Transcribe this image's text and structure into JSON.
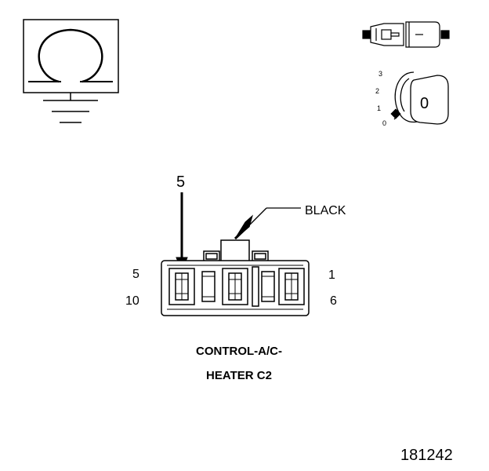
{
  "connector": {
    "color_label": "BLACK",
    "pin_callout": "5",
    "pin_top_left": "5",
    "pin_top_right": "1",
    "pin_bottom_left": "10",
    "pin_bottom_right": "6",
    "title_line1": "CONTROL-A/C-",
    "title_line2": "HEATER C2"
  },
  "ignition_key": {
    "positions": [
      "3",
      "2",
      "1",
      "0"
    ],
    "key_marking": "0"
  },
  "ground_symbol": {
    "icon": "omega-ground-icon"
  },
  "figure_number": "181242"
}
